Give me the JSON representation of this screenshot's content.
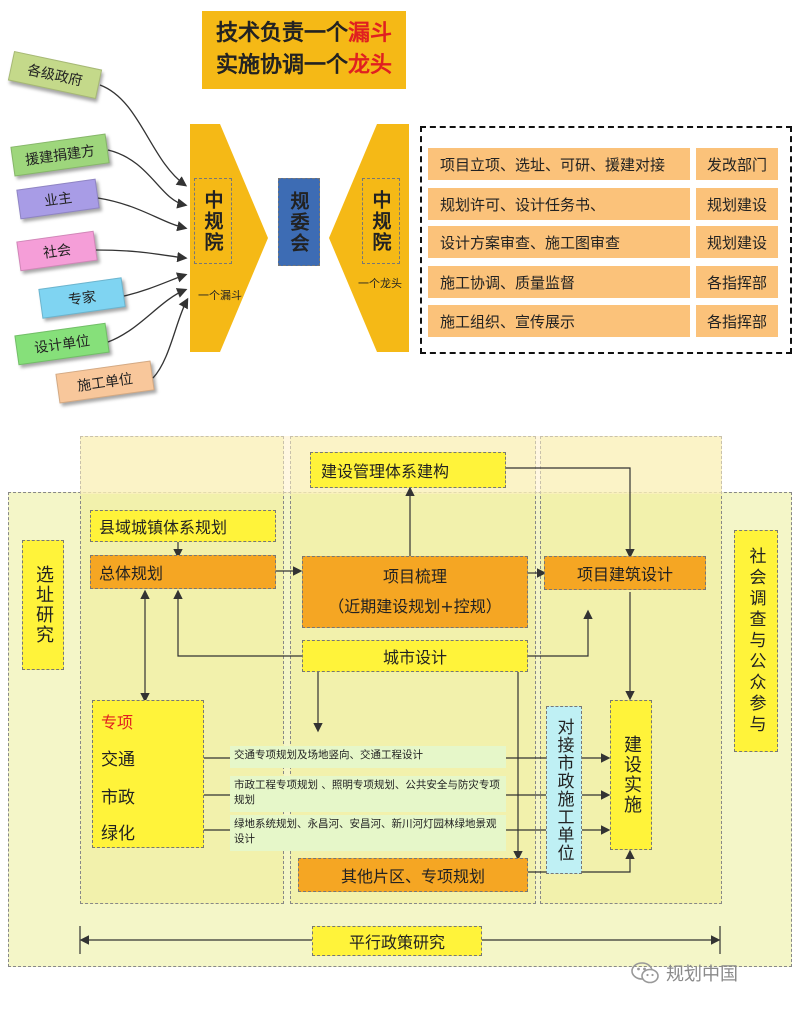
{
  "top": {
    "title_line1": "技术负责一个",
    "title_line1_red": "漏斗",
    "title_line2": "实施协调一个",
    "title_line2_red": "龙头",
    "stakeholders": [
      {
        "label": "各级政府",
        "color": "#c4d98a"
      },
      {
        "label": "援建捐建方",
        "color": "#9ed67c"
      },
      {
        "label": "业主",
        "color": "#a89ce6"
      },
      {
        "label": "社会",
        "color": "#f59ed8"
      },
      {
        "label": "专家",
        "color": "#7fd4f2"
      },
      {
        "label": "设计单位",
        "color": "#86e07a"
      },
      {
        "label": "施工单位",
        "color": "#f8c79b"
      }
    ],
    "left_institute": "中规院",
    "funnel_label": "一个漏斗",
    "committee": "规委会",
    "right_institute": "中规院",
    "dragon_label": "一个龙头",
    "responsibilities": [
      {
        "task": "项目立项、选址、可研、援建对接",
        "dept": "发改部门"
      },
      {
        "task": "规划许可、设计任务书、",
        "dept": "规划建设"
      },
      {
        "task": "设计方案审查、施工图审查",
        "dept": "规划建设"
      },
      {
        "task": "施工协调、质量监督",
        "dept": "各指挥部"
      },
      {
        "task": "施工组织、宣传展示",
        "dept": "各指挥部"
      }
    ]
  },
  "bottom": {
    "site_study": "选址研究",
    "public_participation": "社会调查与公众参与",
    "mgmt_system": "建设管理体系建构",
    "county_plan": "县域城镇体系规划",
    "master_plan": "总体规划",
    "project_review": "项目梳理",
    "project_review_sub": "（近期建设规划+控规）",
    "building_design": "项目建筑设计",
    "urban_design": "城市设计",
    "special_title": "专项",
    "special_items": [
      "交通",
      "市政",
      "绿化"
    ],
    "special_details": [
      "交通专项规划及场地竖向、交通工程设计",
      "市政工程专项规划 、照明专项规划、公共安全与防灾专项规划",
      "绿地系统规划、永昌河、安昌河、新川河灯园林绿地景观设计"
    ],
    "municipal_liaison": "对接市政施工单位",
    "construction": "建设实施",
    "other_areas": "其他片区、专项规划",
    "policy": "平行政策研究",
    "watermark": "规划中国"
  }
}
